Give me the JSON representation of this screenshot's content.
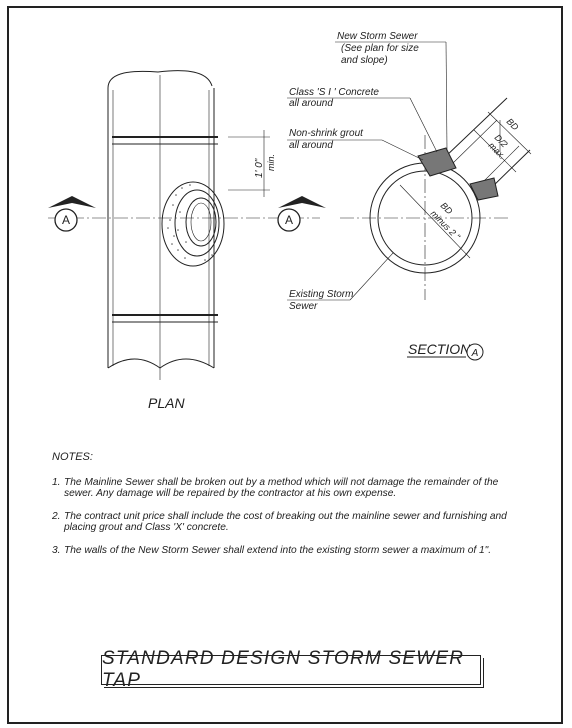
{
  "labels": {
    "new_storm_sewer": [
      "New Storm Sewer",
      "(See plan for size",
      "and slope)"
    ],
    "class_concrete": [
      "Class 'S I ' Concrete",
      "all around"
    ],
    "grout": [
      "Non-shrink grout",
      "all around"
    ],
    "existing": [
      "Existing Storm",
      "Sewer"
    ],
    "dim_bd": "BD",
    "dim_d2": [
      "D/2",
      "max."
    ],
    "dim_inner": [
      "BD",
      "minus 2 \""
    ],
    "dim_one_foot": "1' 0\"",
    "dim_min": "min.",
    "section_marker": "A",
    "section_title": "SECTION",
    "section_letter": "A",
    "plan_title": "PLAN"
  },
  "notes": {
    "heading": "NOTES:",
    "items": [
      {
        "num": "1.",
        "text": "The Mainline Sewer shall be broken out by a method which will not damage the remainder of the sewer. Any damage will be repaired by the contractor at his own expense."
      },
      {
        "num": "2.",
        "text": "The contract unit price shall include the cost of breaking out the mainline sewer and furnishing and placing grout and Class 'X' concrete."
      },
      {
        "num": "3.",
        "text": "The walls of the New Storm Sewer shall extend into the existing storm sewer a maximum of 1\"."
      }
    ]
  },
  "title": "STANDARD DESIGN STORM SEWER TAP"
}
